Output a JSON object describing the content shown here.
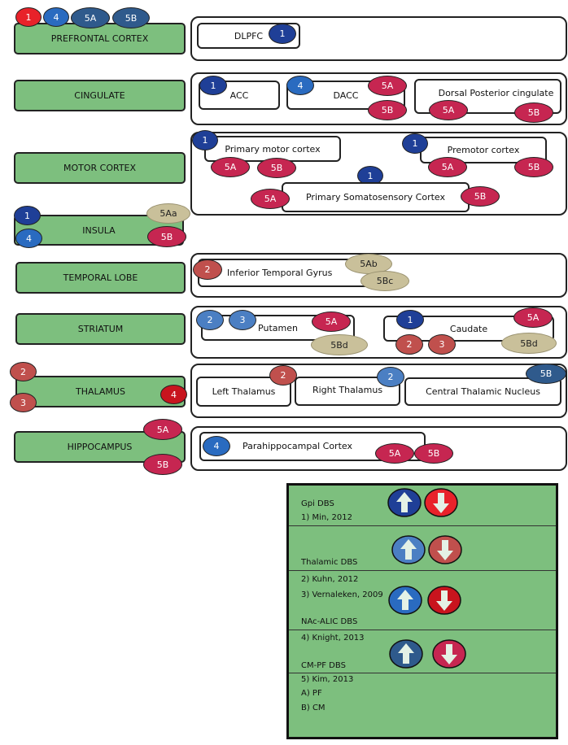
{
  "regions": {
    "prefrontal": "PREFRONTAL CORTEX",
    "cingulate": "CINGULATE",
    "motor": "MOTOR CORTEX",
    "insula": "INSULA",
    "temporal": "TEMPORAL LOBE",
    "striatum": "STRIATUM",
    "thalamus": "THALAMUS",
    "hippocampus": "HIPPOCAMPUS"
  },
  "subregions": {
    "dlpfc": "DLPFC",
    "acc": "ACC",
    "dacc": "DACC",
    "dpc": "Dorsal Posterior cingulate",
    "pmc": "Primary motor cortex",
    "premotor": "Premotor cortex",
    "psc": "Primary Somatosensory Cortex",
    "itg": "Inferior Temporal Gyrus",
    "putamen": "Putamen",
    "caudate": "Caudate",
    "lthal": "Left Thalamus",
    "rthal": "Right Thalamus",
    "ctn": "Central Thalamic Nucleus",
    "phc": "Parahippocampal Cortex"
  },
  "badges": {
    "n1": "1",
    "n2": "2",
    "n3": "3",
    "n4": "4",
    "a5": "5A",
    "b5": "5B",
    "aa5": "5Aa",
    "ab5": "5Ab",
    "bc5": "5Bc",
    "bd5": "5Bd"
  },
  "legend": {
    "gpi": "Gpi DBS",
    "ref1": "1) Min, 2012",
    "thalamic": "Thalamic DBS",
    "ref2": "2) Kuhn, 2012",
    "ref3": "3) Vernaleken, 2009",
    "nac": "NAc-ALIC DBS",
    "ref4": "4) Knight, 2013",
    "cmpf": "CM-PF DBS",
    "ref5": "5) Kim, 2013",
    "pf": "A) PF",
    "cm": "B) CM"
  },
  "colors": {
    "region_green": "#7dbf7e",
    "dark_blue": "#1f3f97",
    "medium_blue": "#2a6bc0",
    "crimson": "#c62651",
    "red": "#e8222a",
    "brick": "#c0504d",
    "tan": "#c9c09a"
  }
}
